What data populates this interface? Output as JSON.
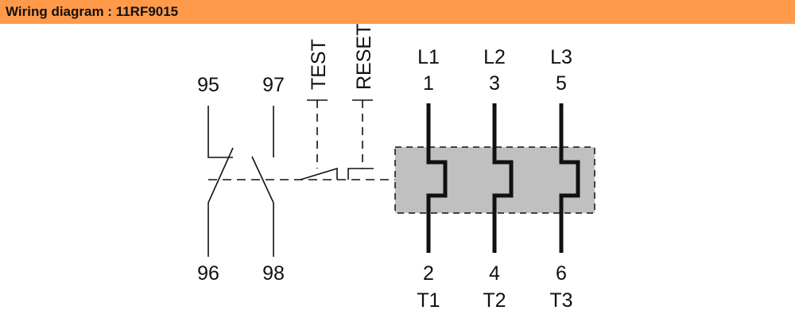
{
  "header": {
    "title": "Wiring diagram : 11RF9015",
    "background_color": "#ff9a4a"
  },
  "diagram": {
    "aux_contacts": {
      "nc_top": "95",
      "nc_bottom": "96",
      "no_top": "97",
      "no_bottom": "98"
    },
    "buttons": {
      "test": "TEST",
      "reset": "RESET"
    },
    "poles": [
      {
        "line": "L1",
        "in": "1",
        "out": "2",
        "load": "T1"
      },
      {
        "line": "L2",
        "in": "3",
        "out": "4",
        "load": "T2"
      },
      {
        "line": "L3",
        "in": "5",
        "out": "6",
        "load": "T3"
      }
    ],
    "thermal_block_color": "#c0c0c0",
    "line_color": "#111111"
  }
}
